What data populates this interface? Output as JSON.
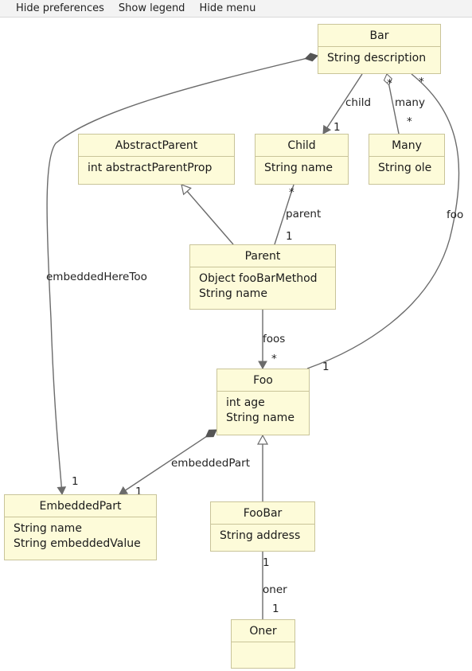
{
  "menu": {
    "hide_preferences": "Hide preferences",
    "show_legend": "Show legend",
    "hide_menu": "Hide menu"
  },
  "classes": {
    "bar": {
      "name": "Bar",
      "attributes": [
        "String description"
      ]
    },
    "abstract_parent": {
      "name": "AbstractParent",
      "attributes": [
        "int abstractParentProp"
      ]
    },
    "child": {
      "name": "Child",
      "attributes": [
        "String name"
      ]
    },
    "many": {
      "name": "Many",
      "attributes": [
        "String ole"
      ]
    },
    "parent": {
      "name": "Parent",
      "attributes": [
        "Object fooBarMethod",
        "String name"
      ]
    },
    "foo": {
      "name": "Foo",
      "attributes": [
        "int age",
        "String name"
      ]
    },
    "embedded_part": {
      "name": "EmbeddedPart",
      "attributes": [
        "String name",
        "String embeddedValue"
      ]
    },
    "foo_bar": {
      "name": "FooBar",
      "attributes": [
        "String address"
      ]
    },
    "oner": {
      "name": "Oner",
      "attributes": []
    }
  },
  "relations": {
    "bar_child": {
      "role": "child",
      "target_mult": "1"
    },
    "bar_many": {
      "role": "many",
      "source_mult": "*",
      "target_mult": "*"
    },
    "bar_foo": {
      "role": "foo",
      "source_mult": "*",
      "target_mult": "1"
    },
    "bar_embedded": {
      "role": "embeddedHereToo",
      "target_mult": "1"
    },
    "child_parent": {
      "role": "parent",
      "source_mult": "*",
      "target_mult": "1"
    },
    "parent_foo": {
      "role": "foos",
      "target_mult": "*"
    },
    "foo_embedded": {
      "role": "embeddedPart",
      "target_mult": "1"
    },
    "foobar_oner": {
      "role": "oner",
      "source_mult": "1",
      "target_mult": "1"
    }
  },
  "colors": {
    "class_fill": "#fdfbd9",
    "class_border": "#c9c499",
    "edge": "#6b6b6b",
    "menubar": "#f3f3f3"
  }
}
